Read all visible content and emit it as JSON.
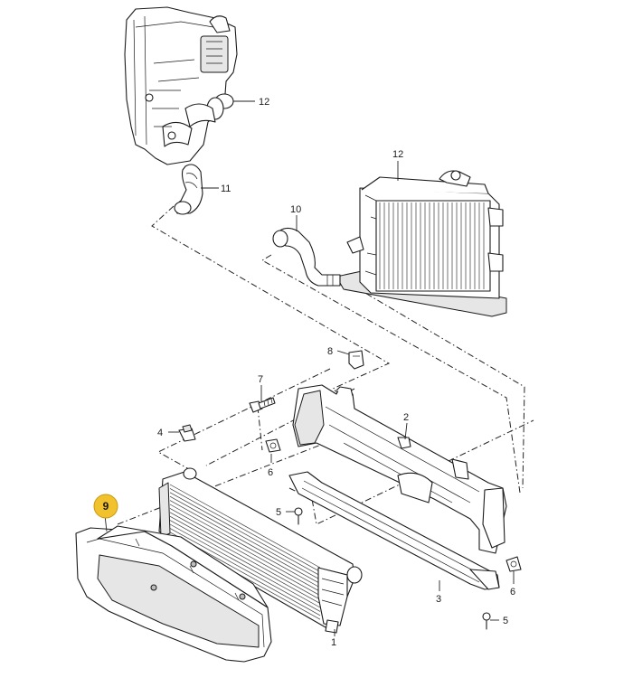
{
  "callouts": {
    "n1": "1",
    "n2": "2",
    "n3": "3",
    "n4": "4",
    "n5a": "5",
    "n5b": "5",
    "n6a": "6",
    "n6b": "6",
    "n7": "7",
    "n8": "8",
    "n9": "9",
    "n10": "10",
    "n11": "11",
    "n12a": "12",
    "n12b": "12"
  },
  "highlight_color": "#f2c12e",
  "highlighted_part": "9"
}
